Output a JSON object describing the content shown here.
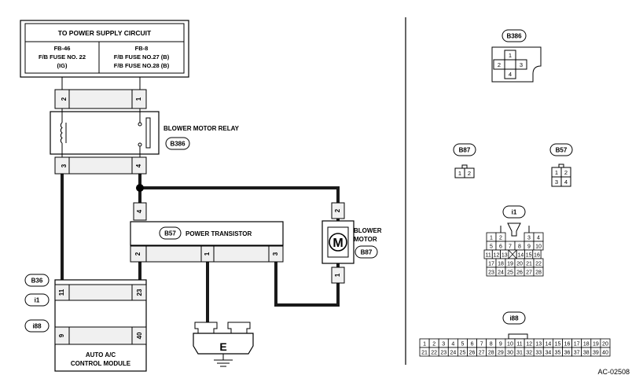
{
  "power_supply": {
    "title": "TO POWER SUPPLY CIRCUIT",
    "left": {
      "line1": "FB-46",
      "line2": "F/B FUSE NO. 22",
      "line3": "(IG)"
    },
    "right": {
      "line1": "FB-8",
      "line2": "F/B FUSE NO.27 (B)",
      "line3": "F/B FUSE NO.28 (B)"
    }
  },
  "relay": {
    "label": "BLOWER MOTOR RELAY",
    "connector": "B386",
    "top_pins": [
      "2",
      "1"
    ],
    "bottom_pins": [
      "3",
      "4"
    ]
  },
  "power_transistor": {
    "label": "POWER TRANSISTOR",
    "connector": "B57",
    "top_pin": "4",
    "bottom_pins": [
      "2",
      "1",
      "3"
    ]
  },
  "blower_motor": {
    "label_line1": "BLOWER",
    "label_line2": "MOTOR",
    "symbol": "M",
    "connector": "B87",
    "pins": [
      "2",
      "1"
    ]
  },
  "control_module": {
    "line1": "AUTO A/C",
    "line2": "CONTROL MODULE",
    "connectors": [
      "B36",
      "i1",
      "i88"
    ],
    "i1_pins": [
      "11",
      "23"
    ],
    "i88_pins": [
      "9",
      "40"
    ]
  },
  "ground": {
    "label": "E"
  },
  "connector_views": {
    "B386": {
      "name": "B386",
      "pins": [
        "1",
        "2",
        "3",
        "4"
      ]
    },
    "B87": {
      "name": "B87",
      "pins": [
        "1",
        "2"
      ]
    },
    "B57": {
      "name": "B57",
      "pins": [
        "1",
        "2",
        "3",
        "4"
      ]
    },
    "i1": {
      "name": "i1",
      "rows": [
        [
          "1",
          "2",
          "3",
          "4"
        ],
        [
          "5",
          "6",
          "7",
          "8",
          "9",
          "10"
        ],
        [
          "11",
          "12",
          "13",
          "14",
          "15",
          "16"
        ],
        [
          "17",
          "18",
          "19",
          "20",
          "21",
          "22"
        ],
        [
          "23",
          "24",
          "25",
          "26",
          "27",
          "28"
        ]
      ]
    },
    "i88": {
      "name": "i88",
      "rows": [
        [
          "1",
          "2",
          "3",
          "4",
          "5",
          "6",
          "7",
          "8",
          "9",
          "10",
          "11",
          "12",
          "13",
          "14",
          "15",
          "16",
          "17",
          "18",
          "19",
          "20"
        ],
        [
          "21",
          "22",
          "23",
          "24",
          "25",
          "26",
          "27",
          "28",
          "29",
          "30",
          "31",
          "32",
          "33",
          "34",
          "35",
          "36",
          "37",
          "38",
          "39",
          "40"
        ]
      ]
    }
  },
  "figure_code": "AC-02508",
  "colors": {
    "wire": "#1a1a1a",
    "line": "#000000",
    "box_fill": "#f0f0f0"
  }
}
